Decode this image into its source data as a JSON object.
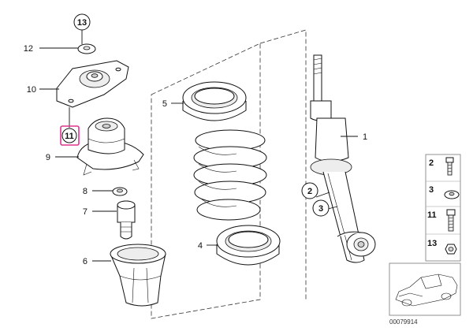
{
  "callouts": {
    "c1": "1",
    "c2": "2",
    "c3": "3",
    "c4": "4",
    "c5": "5",
    "c6": "6",
    "c7": "7",
    "c8": "8",
    "c9": "9",
    "c10": "10",
    "c11": "11",
    "c12": "12",
    "c13": "13"
  },
  "legend": {
    "k2": "2",
    "k3": "3",
    "k11": "11",
    "k13": "13"
  },
  "diagram_number": "00079914",
  "colors": {
    "highlight": "#e0358f",
    "line": "#111111"
  }
}
